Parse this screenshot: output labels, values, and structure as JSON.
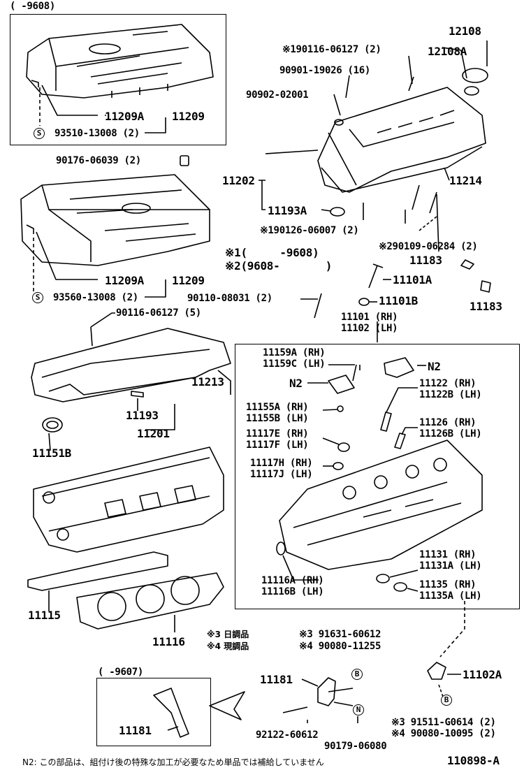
{
  "colors": {
    "ink": "#000000",
    "paper": "#ffffff"
  },
  "boxes": {
    "top_left_range": "(     -9608)",
    "bottom_left_range": "(     -9607)"
  },
  "legend": {
    "s1": "※1(     -9608)",
    "s2": "※2(9608-       )"
  },
  "labels": {
    "p12108": "12108",
    "p12108a": "12108A",
    "p190116_06127_top": "※190116-06127 (2)",
    "p90901_19026": "90901-19026 (16)",
    "p90902_02001": "90902-02001",
    "p11209a_top": "11209A",
    "p11209_top": "11209",
    "p93510": "93510-13008 (2)",
    "p90176": "90176-06039 (2)",
    "p11202": "11202",
    "p11214": "11214",
    "p11193a": "11193A",
    "p190126": "※190126-06007 (2)",
    "p290109": "※290109-06284 (2)",
    "p11183_top": "11183",
    "p11101a": "11101A",
    "p11101b": "11101B",
    "p11183_right": "11183",
    "p11209a_mid": "11209A",
    "p11209_mid": "11209",
    "p93560": "93560-13008 (2)",
    "p90110": "90110-08031 (2)",
    "p90116_06127_5": "90116-06127 (5)",
    "p11101_rh": "11101 (RH)",
    "p11102_lh": "11102 (LH)",
    "p11213": "11213",
    "p11193": "11193",
    "p11201": "11201",
    "p11151b": "11151B",
    "p11159a": "11159A (RH)",
    "p11159c": "11159C (LH)",
    "n2_a": "N2",
    "n2_b": "N2",
    "p11122": "11122  (RH)",
    "p11122b": "11122B (LH)",
    "p11155a": "11155A (RH)",
    "p11155b": "11155B (LH)",
    "p11126": "11126  (RH)",
    "p11126b": "11126B (LH)",
    "p11117e": "11117E (RH)",
    "p11117f": "11117F (LH)",
    "p11117h": "11117H (RH)",
    "p11117j": "11117J (LH)",
    "p11131": "11131  (RH)",
    "p11131a": "11131A (LH)",
    "p11135": "11135  (RH)",
    "p11135a": "11135A (LH)",
    "p11116a": "11116A (RH)",
    "p11116b": "11116B (LH)",
    "p11115": "11115",
    "p11116": "11116",
    "s3_note": "※3 日調品",
    "s4_note": "※4 現調品",
    "s3_part": "※3 91631-60612",
    "s4_part": "※4 90080-11255",
    "p11181_mid": "11181",
    "p11181_box": "11181",
    "p92122": "92122-60612",
    "p90179": "90179-06080",
    "p11102a": "11102A",
    "s3_91511": "※3 91511-G0614 (2)",
    "s4_90080": "※4 90080-10095 (2)",
    "footnote": "N2: この部品は、組付け後の特殊な加工が必要なため単品では補給していません",
    "diagram_no": "110898-A",
    "badge_s1": "S",
    "badge_s2": "S",
    "badge_b1": "B",
    "badge_b2": "B",
    "badge_n": "N"
  }
}
